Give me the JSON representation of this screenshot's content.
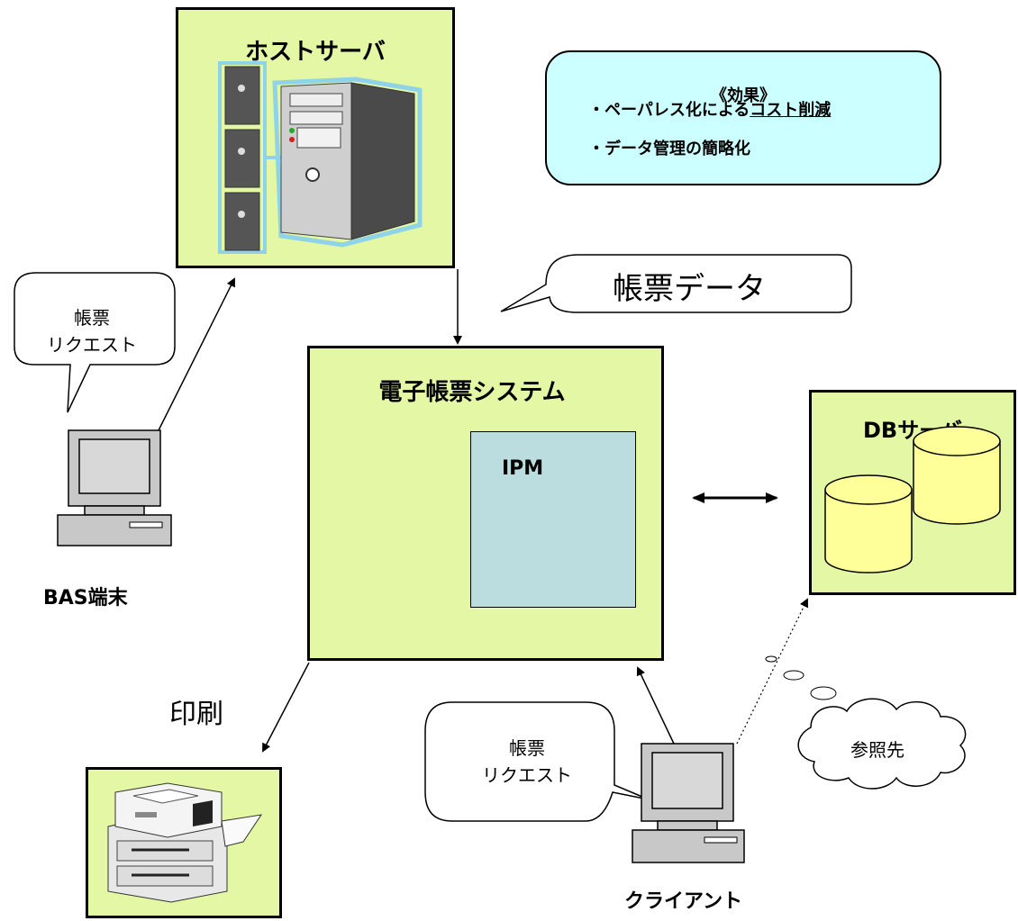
{
  "host_server": {
    "title": "ホストサーバ"
  },
  "effects": {
    "title": "《効果》",
    "item1_prefix": "・ペーパレス化による",
    "item1_emphasis": "コスト削減",
    "item2": "・データ管理の簡略化"
  },
  "form_data_label": "帳票データ",
  "ebs": {
    "title": "電子帳票システム",
    "inner_label": "IPM"
  },
  "db_server": {
    "title": "DBサーバ"
  },
  "bas_terminal": {
    "bubble_line1": "帳票",
    "bubble_line2": "リクエスト",
    "label": "BAS端末"
  },
  "print_label": "印刷",
  "client": {
    "bubble_line1": "帳票",
    "bubble_line2": "リクエスト",
    "label": "クライアント"
  },
  "reference_label": "参照先",
  "colors": {
    "box_fill": "#e4f7a4",
    "ipm_fill": "#bbdde0",
    "effects_fill": "#ccffff",
    "cylinder_fill": "#ffff99"
  }
}
